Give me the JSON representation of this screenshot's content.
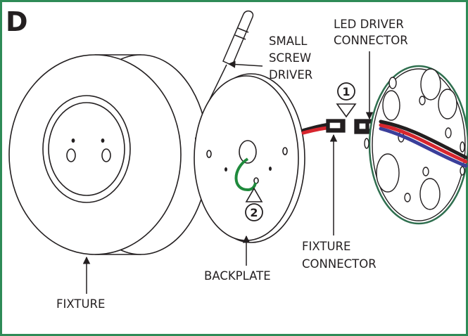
{
  "panel_letter": "D",
  "labels": {
    "screwdriver_line1": "SMALL",
    "screwdriver_line2": "SCREW",
    "screwdriver_line3": "DRIVER",
    "led_line1": "LED DRIVER",
    "led_line2": "CONNECTOR",
    "fixture_connector_line1": "FIXTURE",
    "fixture_connector_line2": "CONNECTOR",
    "backplate": "BACKPLATE",
    "fixture": "FIXTURE"
  },
  "steps": {
    "step1": "1",
    "step2": "2"
  },
  "colors": {
    "border": "#2e8b57",
    "ink": "#231f20",
    "wire_red": "#d7262e",
    "wire_blue": "#3b3f9a",
    "wire_green": "#1f8a3c",
    "junction_box_rim": "#2f6f4f"
  }
}
